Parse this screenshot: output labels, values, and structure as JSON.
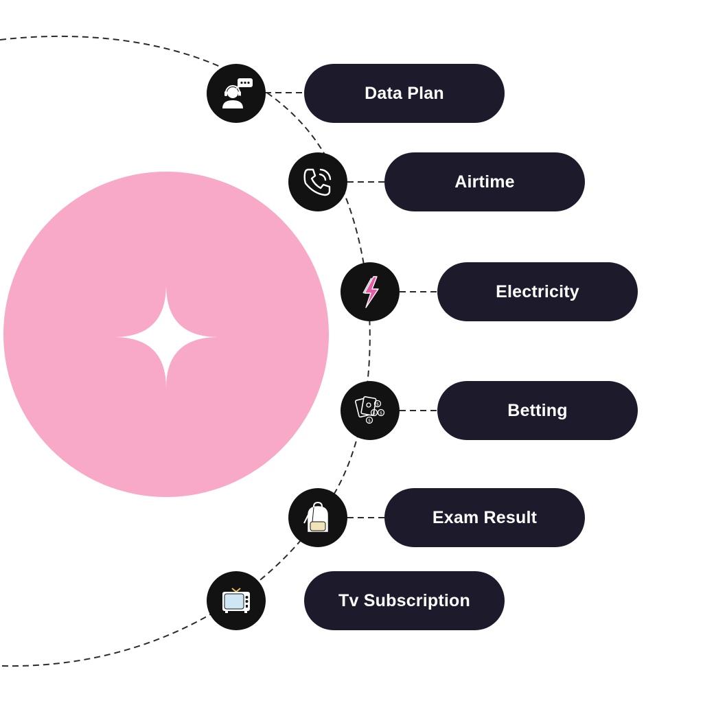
{
  "services": [
    {
      "id": "data-plan",
      "label": "Data Plan",
      "icon": "customer-support-headset-icon"
    },
    {
      "id": "airtime",
      "label": "Airtime",
      "icon": "phone-call-icon"
    },
    {
      "id": "electricity",
      "label": "Electricity",
      "icon": "lightning-bolt-icon"
    },
    {
      "id": "betting",
      "label": "Betting",
      "icon": "cards-and-coins-icon"
    },
    {
      "id": "exam-result",
      "label": "Exam Result",
      "icon": "backpack-icon"
    },
    {
      "id": "tv-subscription",
      "label": "Tv Subscription",
      "icon": "television-icon"
    }
  ],
  "hub": {
    "icon": "sparkle-star-icon"
  },
  "colors": {
    "hub": "#f7a9c7",
    "node": "#121212",
    "pill": "#1d1b2b",
    "pill_text": "#ffffff",
    "connector": "#2a2a2a",
    "accent_pink": "#e85aa6",
    "tv_screen": "#cfe6f5",
    "backpack": "#f1e3b8"
  }
}
